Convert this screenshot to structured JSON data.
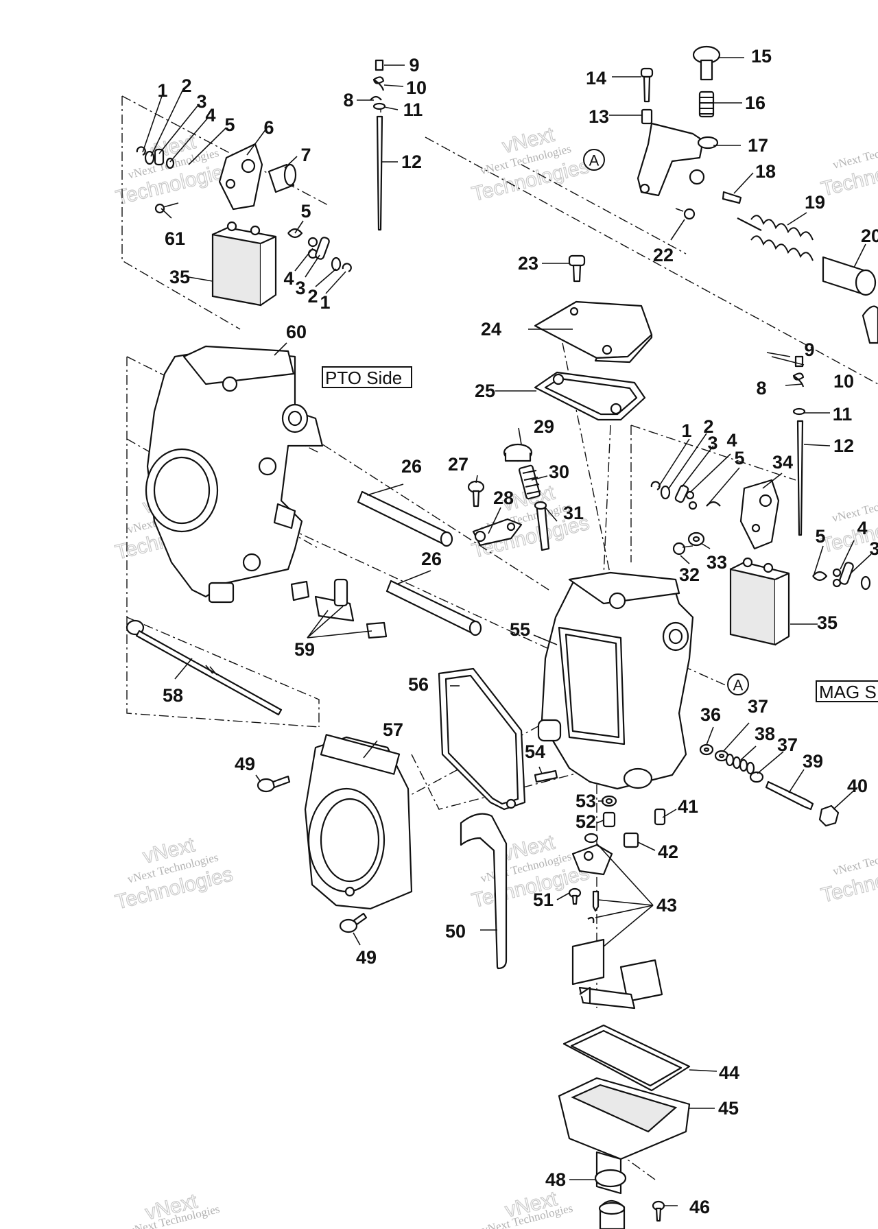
{
  "side_labels": {
    "pto": "PTO Side",
    "mag": "MAG S"
  },
  "reference_marker": "A",
  "watermark": {
    "line1": "vNext Technologies",
    "line2": "vNext",
    "line3": "Technologies"
  },
  "callouts": {
    "c1a": "1",
    "c2a": "2",
    "c3a": "3",
    "c4a": "4",
    "c5a": "5",
    "c6": "6",
    "c7": "7",
    "c61": "61",
    "c5b": "5",
    "c4b": "4",
    "c3b": "3",
    "c2b": "2",
    "c1b": "1",
    "c35a": "35",
    "c9a": "9",
    "c10a": "10",
    "c8a": "8",
    "c11a": "11",
    "c12a": "12",
    "c14": "14",
    "c13": "13",
    "c15": "15",
    "c16": "16",
    "c17": "17",
    "c18": "18",
    "c19": "19",
    "c20": "20",
    "c22": "22",
    "c23": "23",
    "c24": "24",
    "c25": "25",
    "c60": "60",
    "c9b": "9",
    "c10b": "10",
    "c8b": "8",
    "c11b": "11",
    "c12b": "12",
    "c1c": "1",
    "c2c": "2",
    "c3c": "3",
    "c4c": "4",
    "c5c": "5",
    "c34": "34",
    "c29": "29",
    "c30": "30",
    "c26a": "26",
    "c27": "27",
    "c28": "28",
    "c31": "31",
    "c26b": "26",
    "c32": "32",
    "c33": "33",
    "c5d": "5",
    "c4d": "4",
    "c3d": "3",
    "c35b": "35",
    "c55": "55",
    "c59": "59",
    "c58": "58",
    "c56": "56",
    "c57": "57",
    "c54": "54",
    "c36": "36",
    "c37a": "37",
    "c38": "38",
    "c37b": "37",
    "c39": "39",
    "c40": "40",
    "c41": "41",
    "c53": "53",
    "c52": "52",
    "c42": "42",
    "c49a": "49",
    "c49b": "49",
    "c51": "51",
    "c43": "43",
    "c50": "50",
    "c44": "44",
    "c45": "45",
    "c48": "48",
    "c46": "46"
  }
}
